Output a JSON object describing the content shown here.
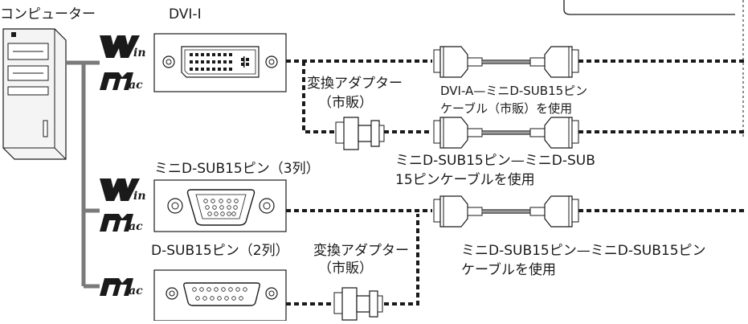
{
  "labels": {
    "computer": "コンピューター",
    "dvi_i": "DVI-I",
    "adapter_top_line1": "変換アダプター",
    "adapter_top_line2": "（市販）",
    "cable_dvia_line1": "DVI-A—ミニD-SUB15ピン",
    "cable_dvia_line2": "ケーブル（市販）を使用",
    "cable_mini_line1": "ミニD-SUB15ピン—ミニD-SUB",
    "cable_mini_line2": "15ピンケーブルを使用",
    "port_mini_3row": "ミニD-SUB15ピン（3列）",
    "port_dsub_2row": "D-SUB15ピン（2列）",
    "adapter_bottom_line1": "変換アダプター",
    "adapter_bottom_line2": "（市販）",
    "cable_bottom_line1": "ミニD-SUB15ピン—ミニD-SUB15ピン",
    "cable_bottom_line2": "ケーブルを使用"
  },
  "logos": {
    "win": "Win",
    "mac": "Mac"
  },
  "colors": {
    "trunk": "#7a7a7a",
    "ink": "#1a1a1a"
  }
}
